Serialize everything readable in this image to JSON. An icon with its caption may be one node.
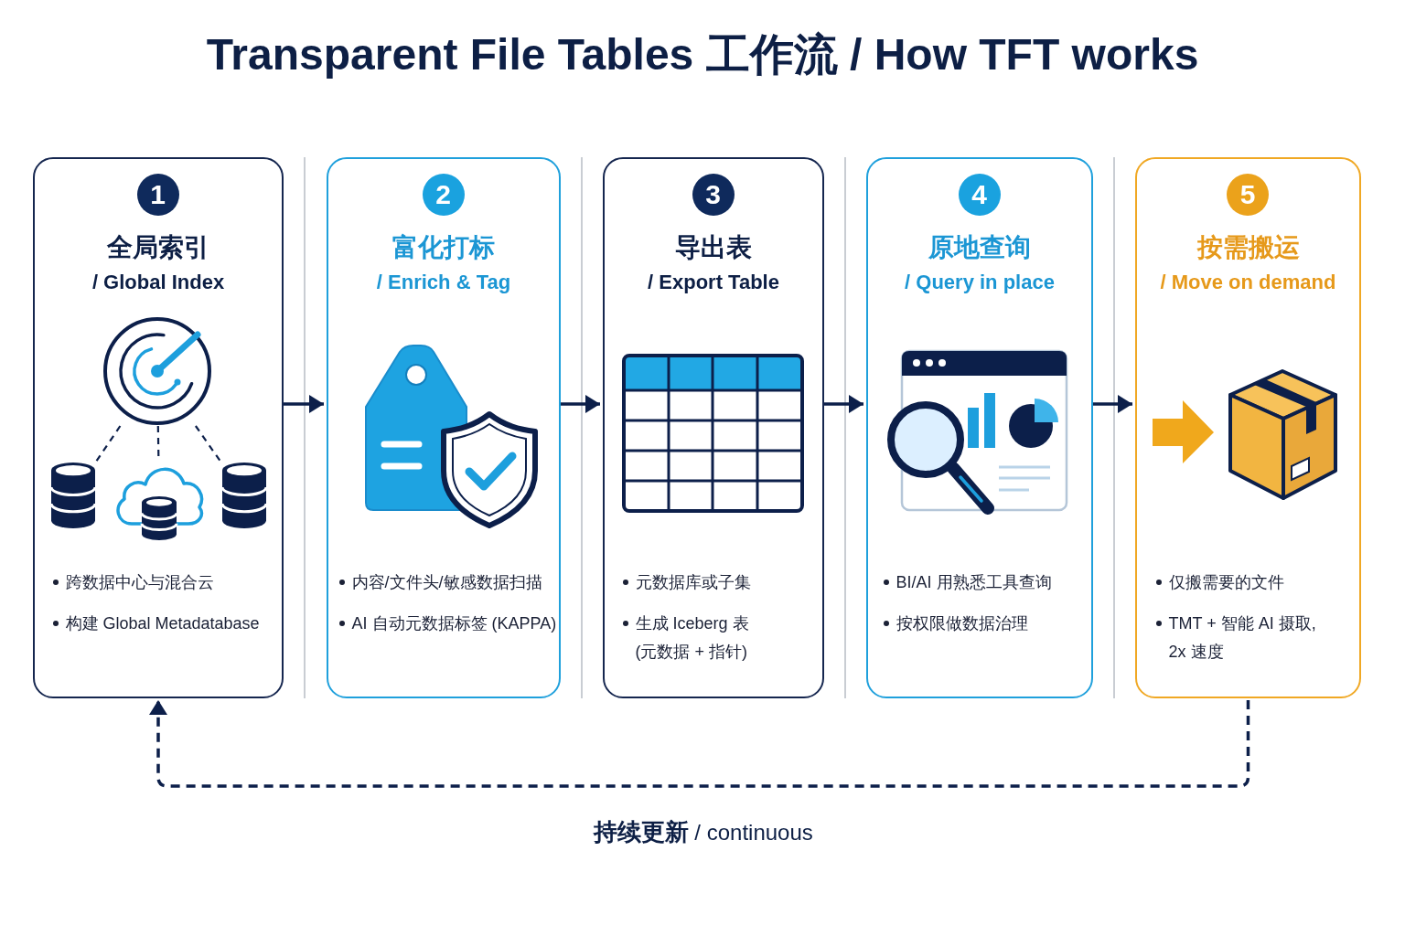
{
  "diagram": {
    "title": "Transparent File Tables 工作流 / How TFT works",
    "nodes": [
      {
        "text": [
          "1",
          "全局索引",
          "/ Global Index",
          "跨数据中心与混合云",
          "构建 Global Metadatabase"
        ]
      },
      {
        "text": [],
        "shape": "picture",
        "in": 0
      },
      {
        "text": [],
        "shape": "cylinder",
        "in": 0
      },
      {
        "text": [],
        "shape": "cloud",
        "in": 0
      },
      {
        "text": [],
        "shape": "cylinder",
        "in": 0
      },
      {
        "text": [
          "2",
          "富化打标",
          "/ Enrich & Tag",
          "内容/文件头/敏感数据扫描",
          "AI 自动元数据标签 (KAPPA)"
        ]
      },
      {
        "text": [
          "3",
          "导出表",
          "/ Export Table",
          "元数据库或子集",
          "生成 Iceberg 表 (元数据 + 指针)"
        ]
      },
      {
        "text": [
          "4",
          "原地查询",
          "/ Query in place",
          "BI/AI 用熟悉工具查询",
          "按权限做数据治理"
        ]
      },
      {
        "text": [
          "5",
          "按需搬运",
          "/ Move on demand",
          "仅搬需要的文件",
          "TMT + 智能 AI 摄取, 2x 速度"
        ]
      }
    ],
    "edges": [
      {
        "from": 0,
        "to": 5,
        "arrow": "to"
      },
      {
        "from": 5,
        "to": 6,
        "arrow": "to"
      },
      {
        "from": 6,
        "to": 7,
        "arrow": "to"
      },
      {
        "from": 7,
        "to": 8,
        "arrow": "to"
      },
      {
        "from": 8,
        "to": 0,
        "arrow": "to",
        "style": "dashed",
        "label": "**持续更新** / continuous"
      },
      {
        "from": 1,
        "to": 2,
        "arrow": "none",
        "style": "dashed"
      },
      {
        "from": 1,
        "to": 3,
        "arrow": "none",
        "style": "dashed"
      },
      {
        "from": 1,
        "to": 4,
        "arrow": "none",
        "style": "dashed"
      }
    ]
  }
}
